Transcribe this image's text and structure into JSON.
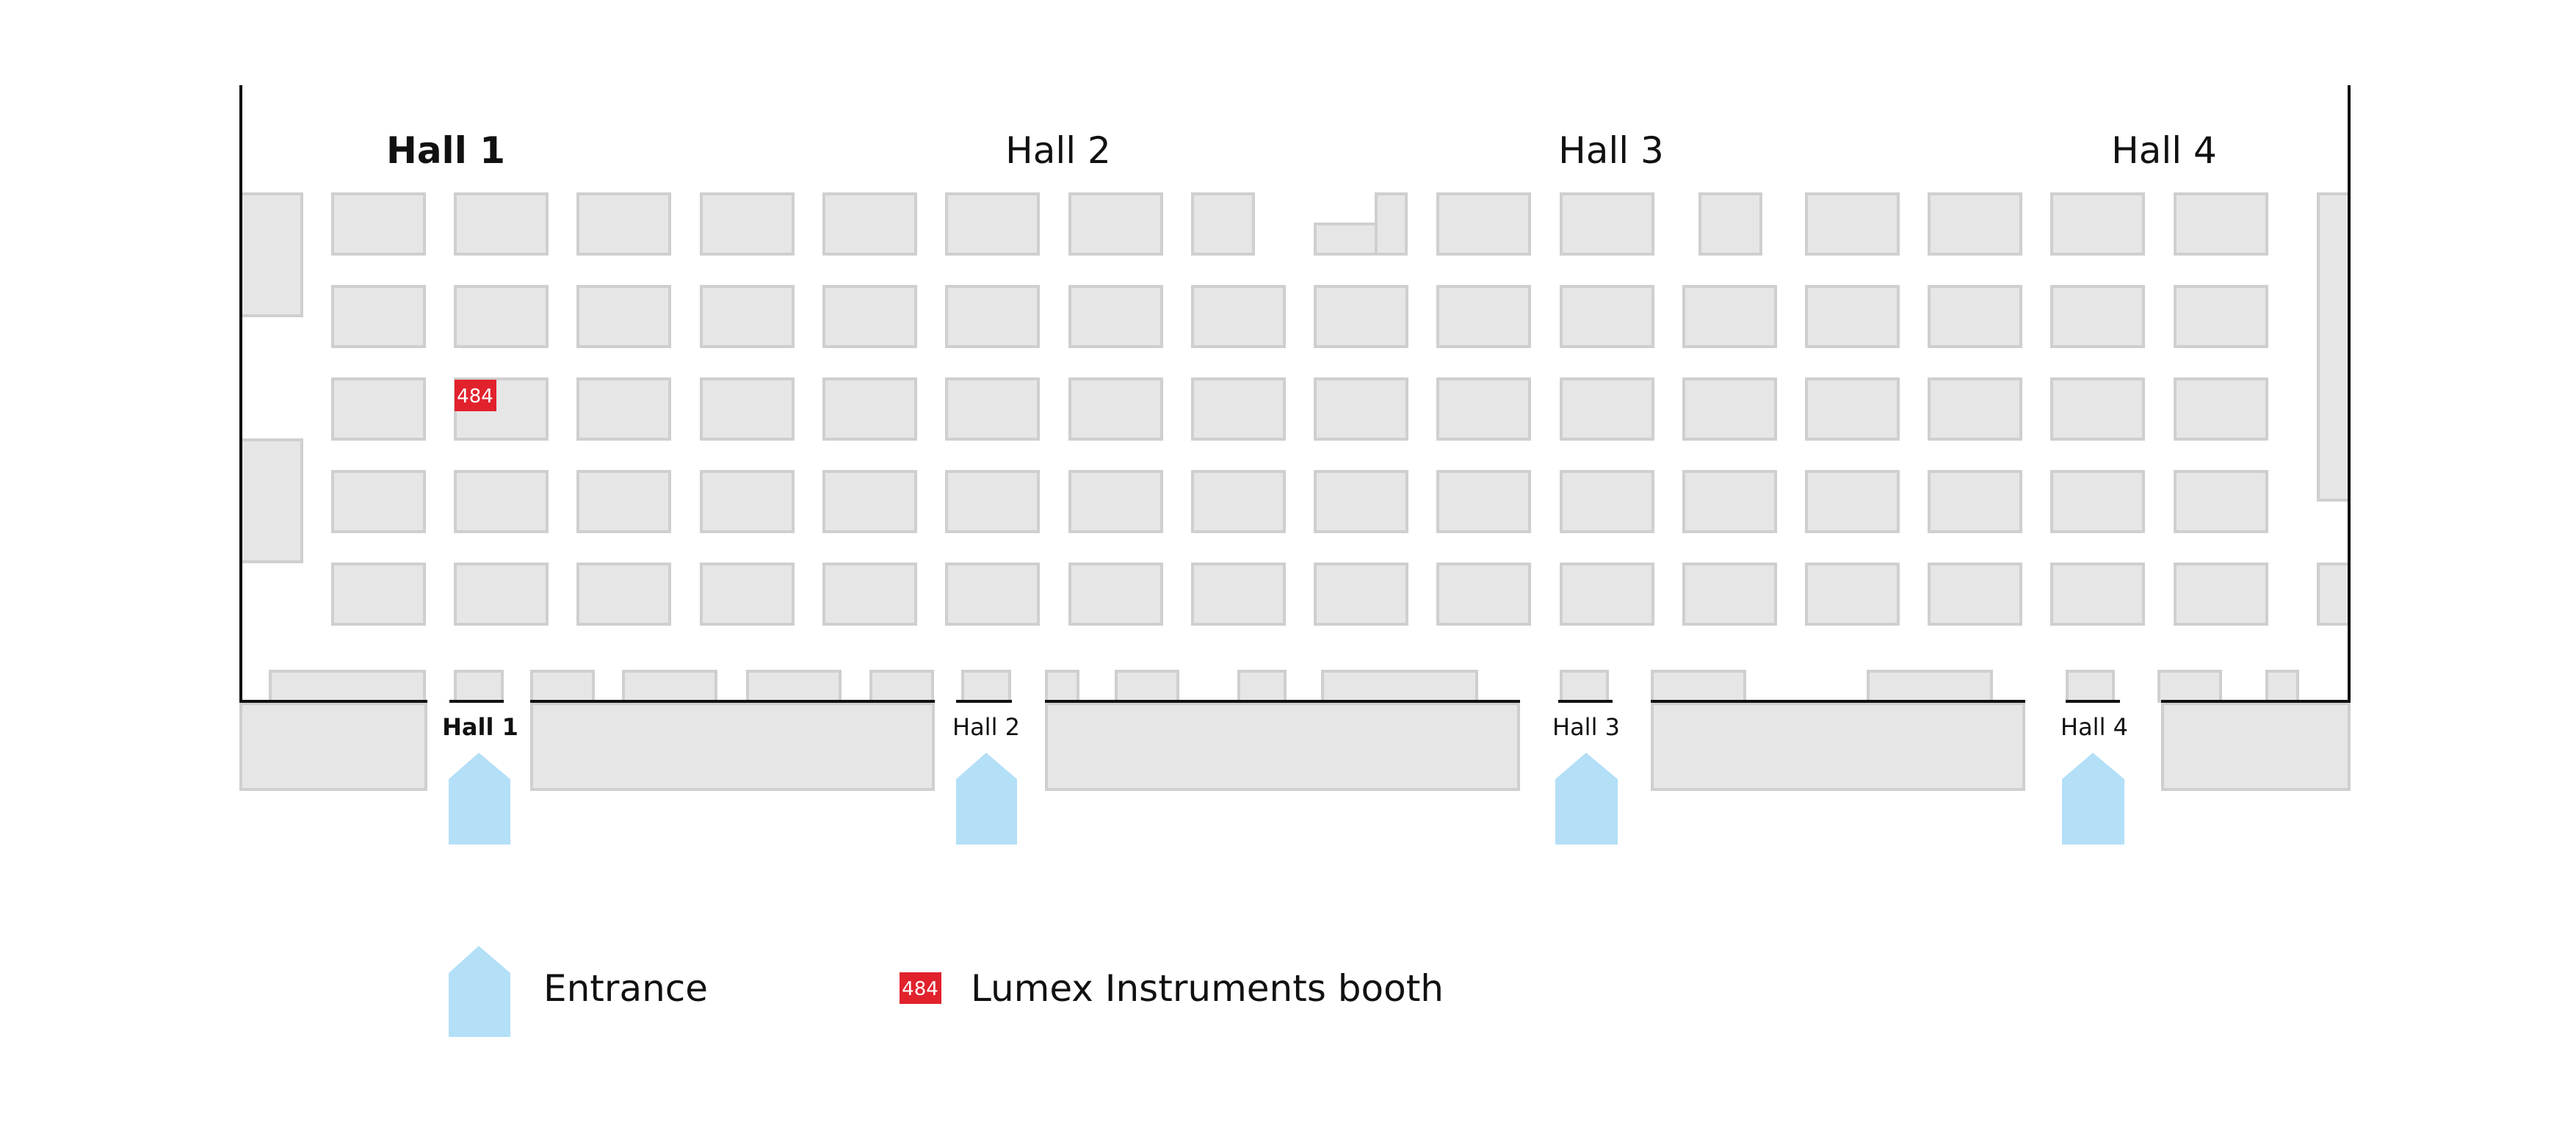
{
  "halls": [
    {
      "label": "Hall 1",
      "active": true
    },
    {
      "label": "Hall 2",
      "active": false
    },
    {
      "label": "Hall 3",
      "active": false
    },
    {
      "label": "Hall 4",
      "active": false
    }
  ],
  "entrances": [
    {
      "label": "Hall 1",
      "active": true
    },
    {
      "label": "Hall 2",
      "active": false
    },
    {
      "label": "Hall 3",
      "active": false
    },
    {
      "label": "Hall 4",
      "active": false
    }
  ],
  "highlight_booth": {
    "number": "484",
    "color": "#e1222d"
  },
  "legend": {
    "entrance_label": "Entrance",
    "booth_number": "484",
    "booth_label": "Lumex Instruments booth"
  },
  "colors": {
    "booth_fill": "#e6e6e6",
    "booth_stroke": "#cfcfcf",
    "entrance": "#b3dff7",
    "highlight": "#e1222d",
    "wall": "#111111"
  }
}
